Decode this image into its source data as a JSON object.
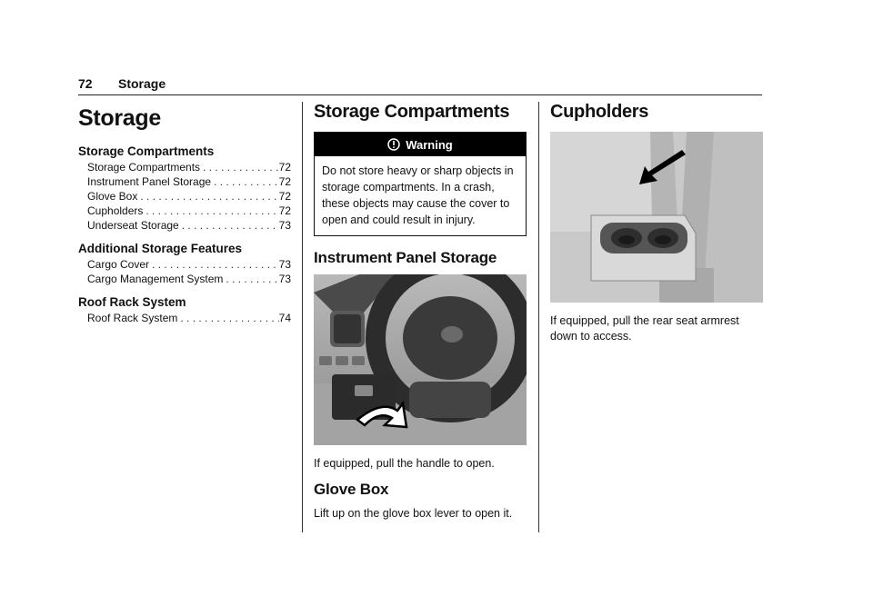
{
  "header": {
    "page_number": "72",
    "section": "Storage"
  },
  "toc": {
    "title": "Storage",
    "groups": [
      {
        "heading": "Storage Compartments",
        "items": [
          {
            "label": "Storage Compartments",
            "page": "72"
          },
          {
            "label": "Instrument Panel Storage",
            "page": "72"
          },
          {
            "label": "Glove Box",
            "page": "72"
          },
          {
            "label": "Cupholders",
            "page": "72"
          },
          {
            "label": "Underseat Storage",
            "page": "73"
          }
        ]
      },
      {
        "heading": "Additional Storage Features",
        "items": [
          {
            "label": "Cargo Cover",
            "page": "73"
          },
          {
            "label": "Cargo Management System",
            "page": "73"
          }
        ]
      },
      {
        "heading": "Roof Rack System",
        "items": [
          {
            "label": "Roof Rack System",
            "page": "74"
          }
        ]
      }
    ]
  },
  "storage_compartments": {
    "title": "Storage Compartments",
    "warning": {
      "label": "Warning",
      "text": "Do not store heavy or sharp objects in storage compartments. In a crash, these objects may cause the cover to open and could result in injury."
    }
  },
  "instrument_panel": {
    "title": "Instrument Panel Storage",
    "caption": "If equipped, pull the handle to open."
  },
  "glove_box": {
    "title": "Glove Box",
    "text": "Lift up on the glove box lever to open it."
  },
  "cupholders": {
    "title": "Cupholders",
    "text": "If equipped, pull the rear seat armrest down to access."
  }
}
